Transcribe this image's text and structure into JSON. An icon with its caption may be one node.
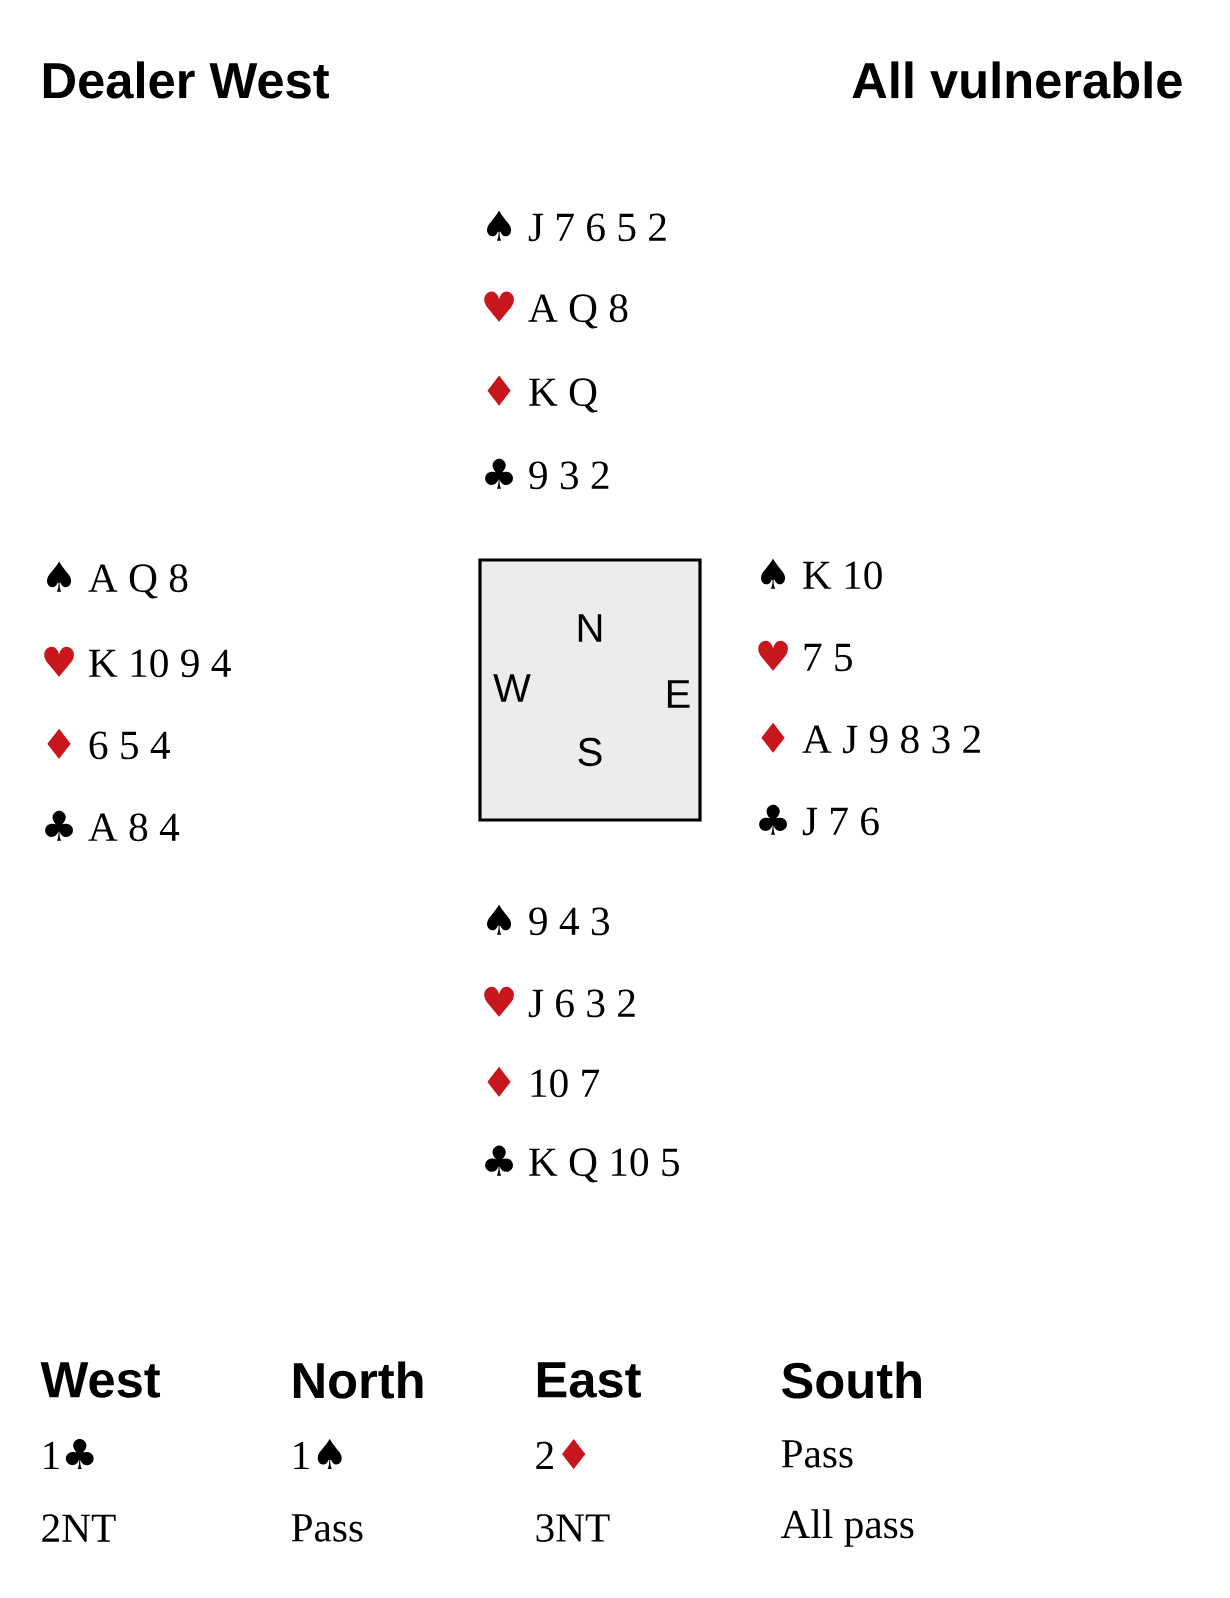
{
  "diagram": {
    "nodes": [
      {
        "text": [
          "N",
          "W",
          "E",
          "S"
        ]
      }
    ],
    "edges": [],
    "labels": [
      "Dealer West",
      "All vulnerable",
      "♠ J 7 6 5 2",
      "♥ A Q 8",
      "♦ K Q",
      "♣ 9 3 2",
      "♠ A Q 8",
      "♥ K 10 9 4",
      "♦ 6 5 4",
      "♣ A 8 4",
      "♠ K 10",
      "♥ 7 5",
      "♦ A J 9 8 3 2",
      "♣ J 7 6",
      "♠ 9 4 3",
      "♥ J 6 3 2",
      "♦ 10 7",
      "♣ K Q 10 5",
      "West",
      "North",
      "East",
      "South",
      "1♣",
      "1♠",
      "2♦",
      "Pass",
      "2NT",
      "Pass",
      "3NT",
      "All pass"
    ]
  }
}
